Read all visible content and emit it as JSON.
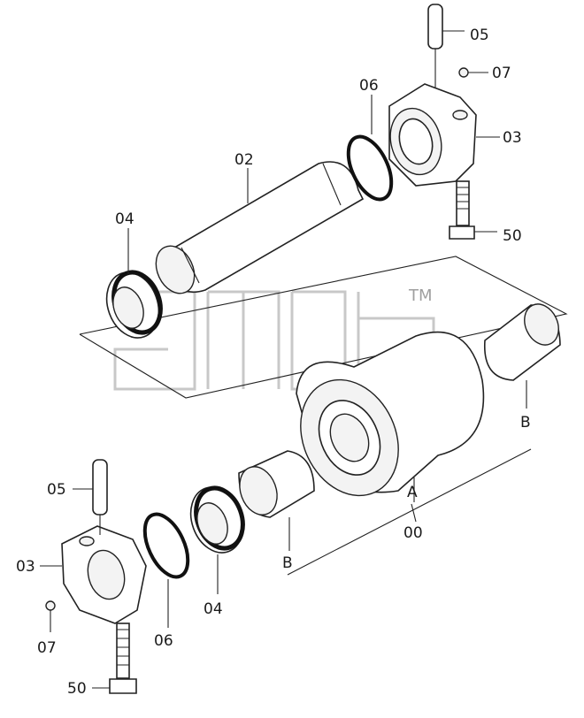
{
  "labels": {
    "pin_top": "05",
    "plug_top": "07",
    "oring_top": "06",
    "collar_top": "03",
    "shaft": "02",
    "seal_top": "04",
    "bolt_top": "50",
    "pin_bottom": "05",
    "collar_bottom": "03",
    "plug_bottom": "07",
    "oring_bottom": "06",
    "seal_bottom": "04",
    "bolt_bottom": "50",
    "bushing_right": "B",
    "bushing_left": "B",
    "roller": "A",
    "assembly": "00"
  },
  "watermark": {
    "trademark": "TM"
  }
}
